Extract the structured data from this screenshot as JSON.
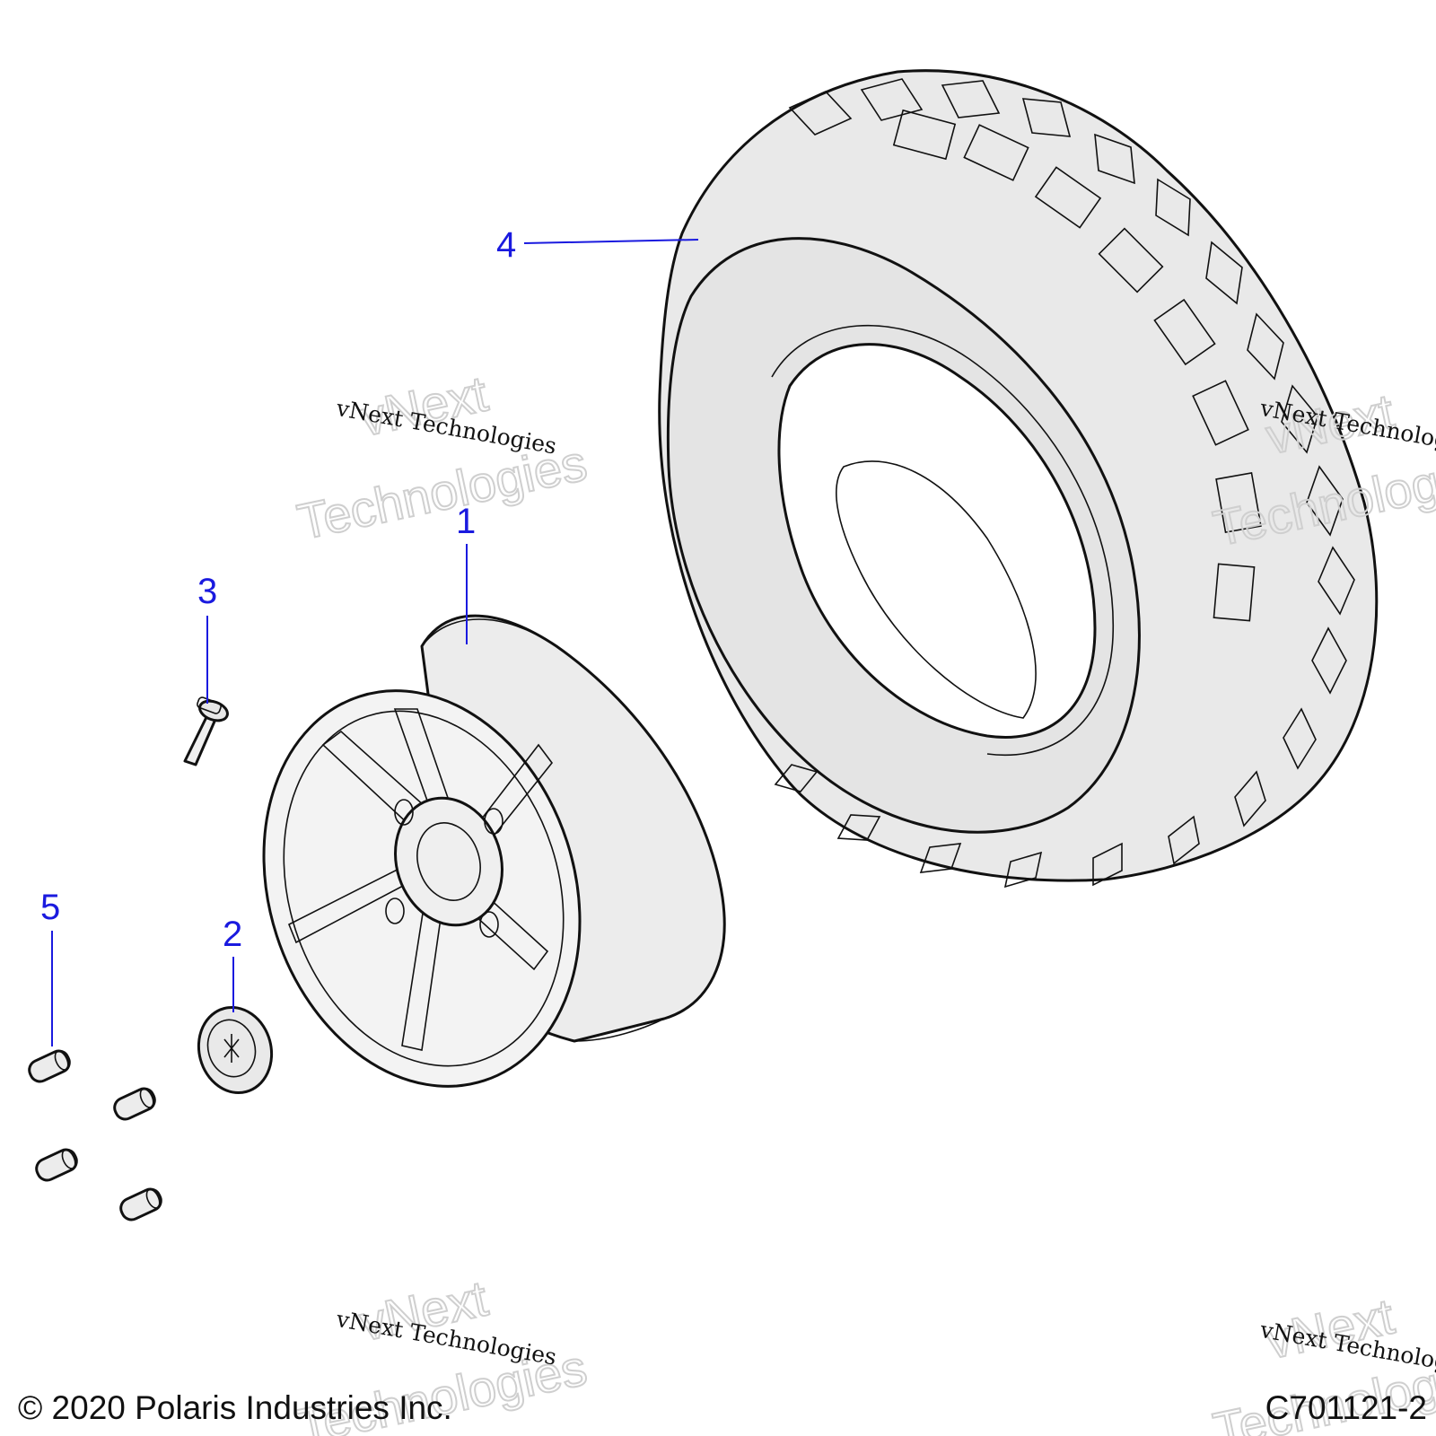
{
  "callouts": [
    {
      "id": "1",
      "part": "wheel-rim"
    },
    {
      "id": "2",
      "part": "center-cap"
    },
    {
      "id": "3",
      "part": "valve-stem"
    },
    {
      "id": "4",
      "part": "tire"
    },
    {
      "id": "5",
      "part": "lug-nut"
    }
  ],
  "watermark": {
    "line": "vNext Technologies",
    "big_line1": "vNext",
    "big_line2": "Technologies"
  },
  "footer": {
    "copyright": "© 2020 Polaris Industries Inc.",
    "figure_code": "C701121-2"
  },
  "colors": {
    "callout": "#1a1adf",
    "part_fill": "#e6e6e6",
    "outline": "#111111"
  }
}
